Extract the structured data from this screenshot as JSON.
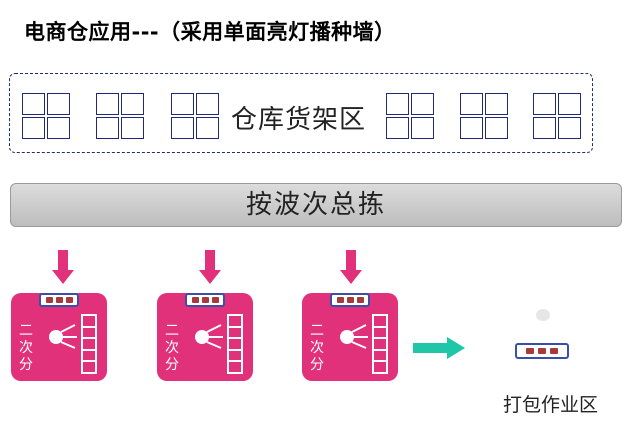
{
  "title": "电商仓应用---（采用单面亮灯播种墙）",
  "shelf_zone": {
    "label": "仓库货架区"
  },
  "wave_pick": {
    "label": "按波次总拣"
  },
  "walls": [
    {
      "label_chars": [
        "二",
        "次",
        "分"
      ]
    },
    {
      "label_chars": [
        "二",
        "次",
        "分"
      ]
    },
    {
      "label_chars": [
        "二",
        "次",
        "分"
      ]
    }
  ],
  "pack_zone": {
    "label": "打包作业区"
  },
  "colors": {
    "title": "#000000",
    "shelf_border": "#1f2a7a",
    "wall_fill": "#e0317a",
    "arrow_pink": "#e0317a",
    "arrow_teal": "#1fc7a8",
    "light_border": "#3a50a8",
    "light_led": "#a83a3a",
    "bar_fill": "#cfcfcf"
  }
}
